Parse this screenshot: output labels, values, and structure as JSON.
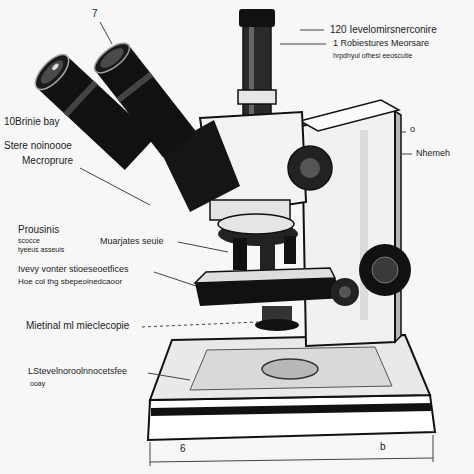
{
  "diagram": {
    "labels": [
      "7",
      "120 Ievelomirsnerconire",
      "1 Robiestures Meorsare",
      "hrpdhyul ofhesi eeoscutie",
      "10Brinie bay",
      "Stere noinoooe",
      "Mecroprure",
      "Prousinis",
      "scocce",
      "tyeeus asseuis",
      "Muarjates seuie",
      "Ivevy vonter stioeseoetfices",
      "Hoe col thg sbepeoinedcaoor",
      "Mietinal ml mieclecopie",
      "LStevelnoroolnnocetsfee",
      "ooay",
      "Nhemeh",
      "o",
      "6",
      "b"
    ]
  }
}
